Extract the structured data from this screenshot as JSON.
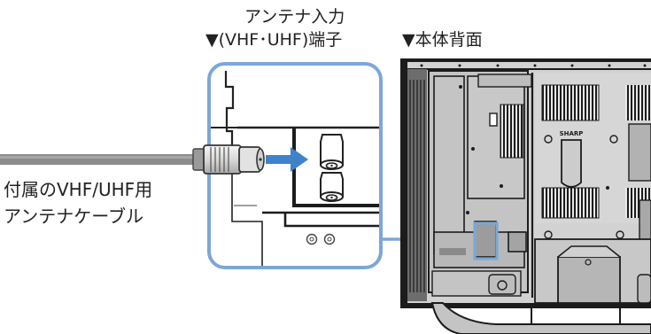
{
  "callout": {
    "terminal_title_line1": "アンテナ入力",
    "terminal_title_line2": "▼(VHF･UHF)端子",
    "rear_view_title": "▼本体背面"
  },
  "cable_label": {
    "line1": "付属のVHF/UHF用",
    "line2": "アンテナケーブル"
  },
  "brand_logo_text": "SHARP",
  "colors": {
    "callout_blue": "#7ca7d6",
    "arrow_blue": "#3f82c8",
    "cable_gray": "#8c8c8c",
    "panel_dark": "#1c1c1c",
    "panel_mid": "#5a5a5a",
    "panel_light": "#d2d2d2"
  },
  "icons": {
    "arrow": "arrow-right-icon",
    "terminals": "antenna-terminal-icon"
  }
}
